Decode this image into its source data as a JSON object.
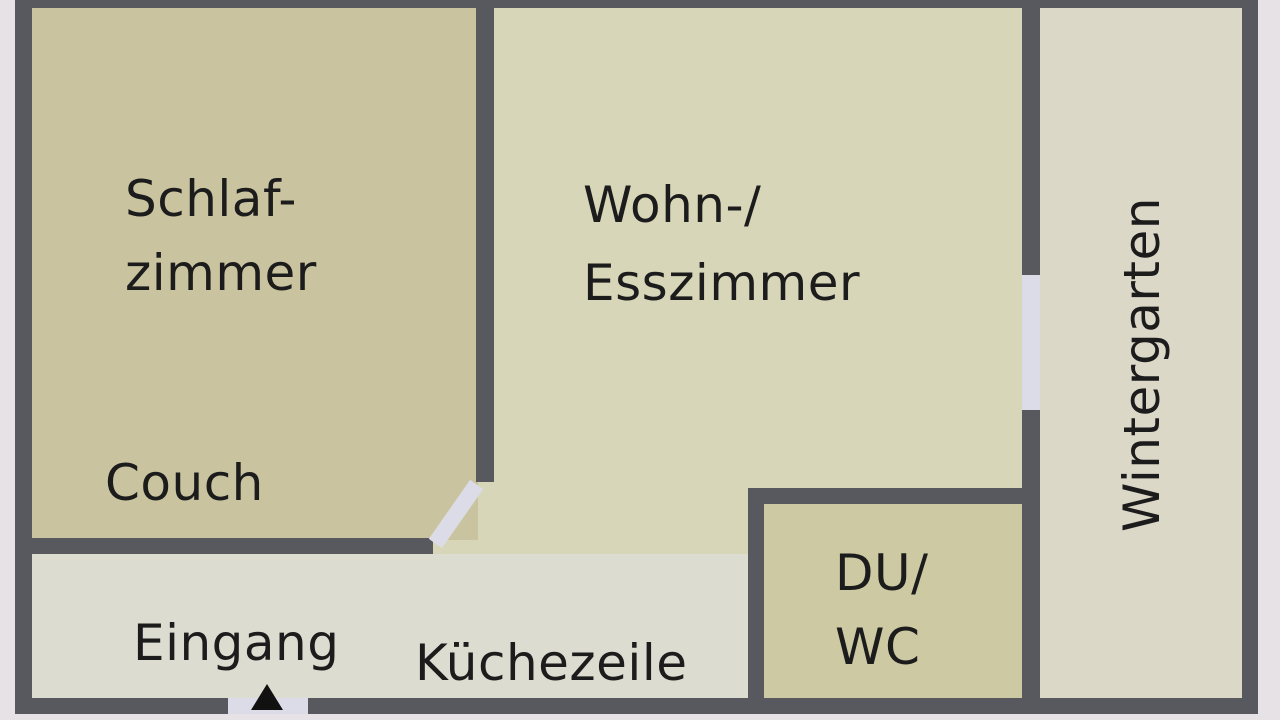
{
  "floorplan": {
    "colors": {
      "wall": "#58585f",
      "bedroom_fill": "#c9c49f",
      "living_fill": "#d8d6b8",
      "hall_fill": "#dddcd0",
      "bath_fill": "#cdc9a3",
      "wintergarden_fill": "#dcd8c8",
      "door_gap": "#dcdce8",
      "text": "#1c1c1c",
      "background": "#e6e2e6"
    },
    "rooms": {
      "schlafzimmer": {
        "line1": "Schlaf-",
        "line2": "zimmer"
      },
      "wohnzimmer": {
        "line1": "Wohn-/",
        "line2": "Esszimmer"
      },
      "couch": {
        "label": "Couch"
      },
      "eingang": {
        "label": "Eingang"
      },
      "kuechenzeile": {
        "label": "Küchezeile"
      },
      "bad": {
        "line1": "DU/",
        "line2": "WC"
      },
      "wintergarten": {
        "label": "Wintergarten"
      }
    },
    "entrance_marker": "triangle-up"
  }
}
